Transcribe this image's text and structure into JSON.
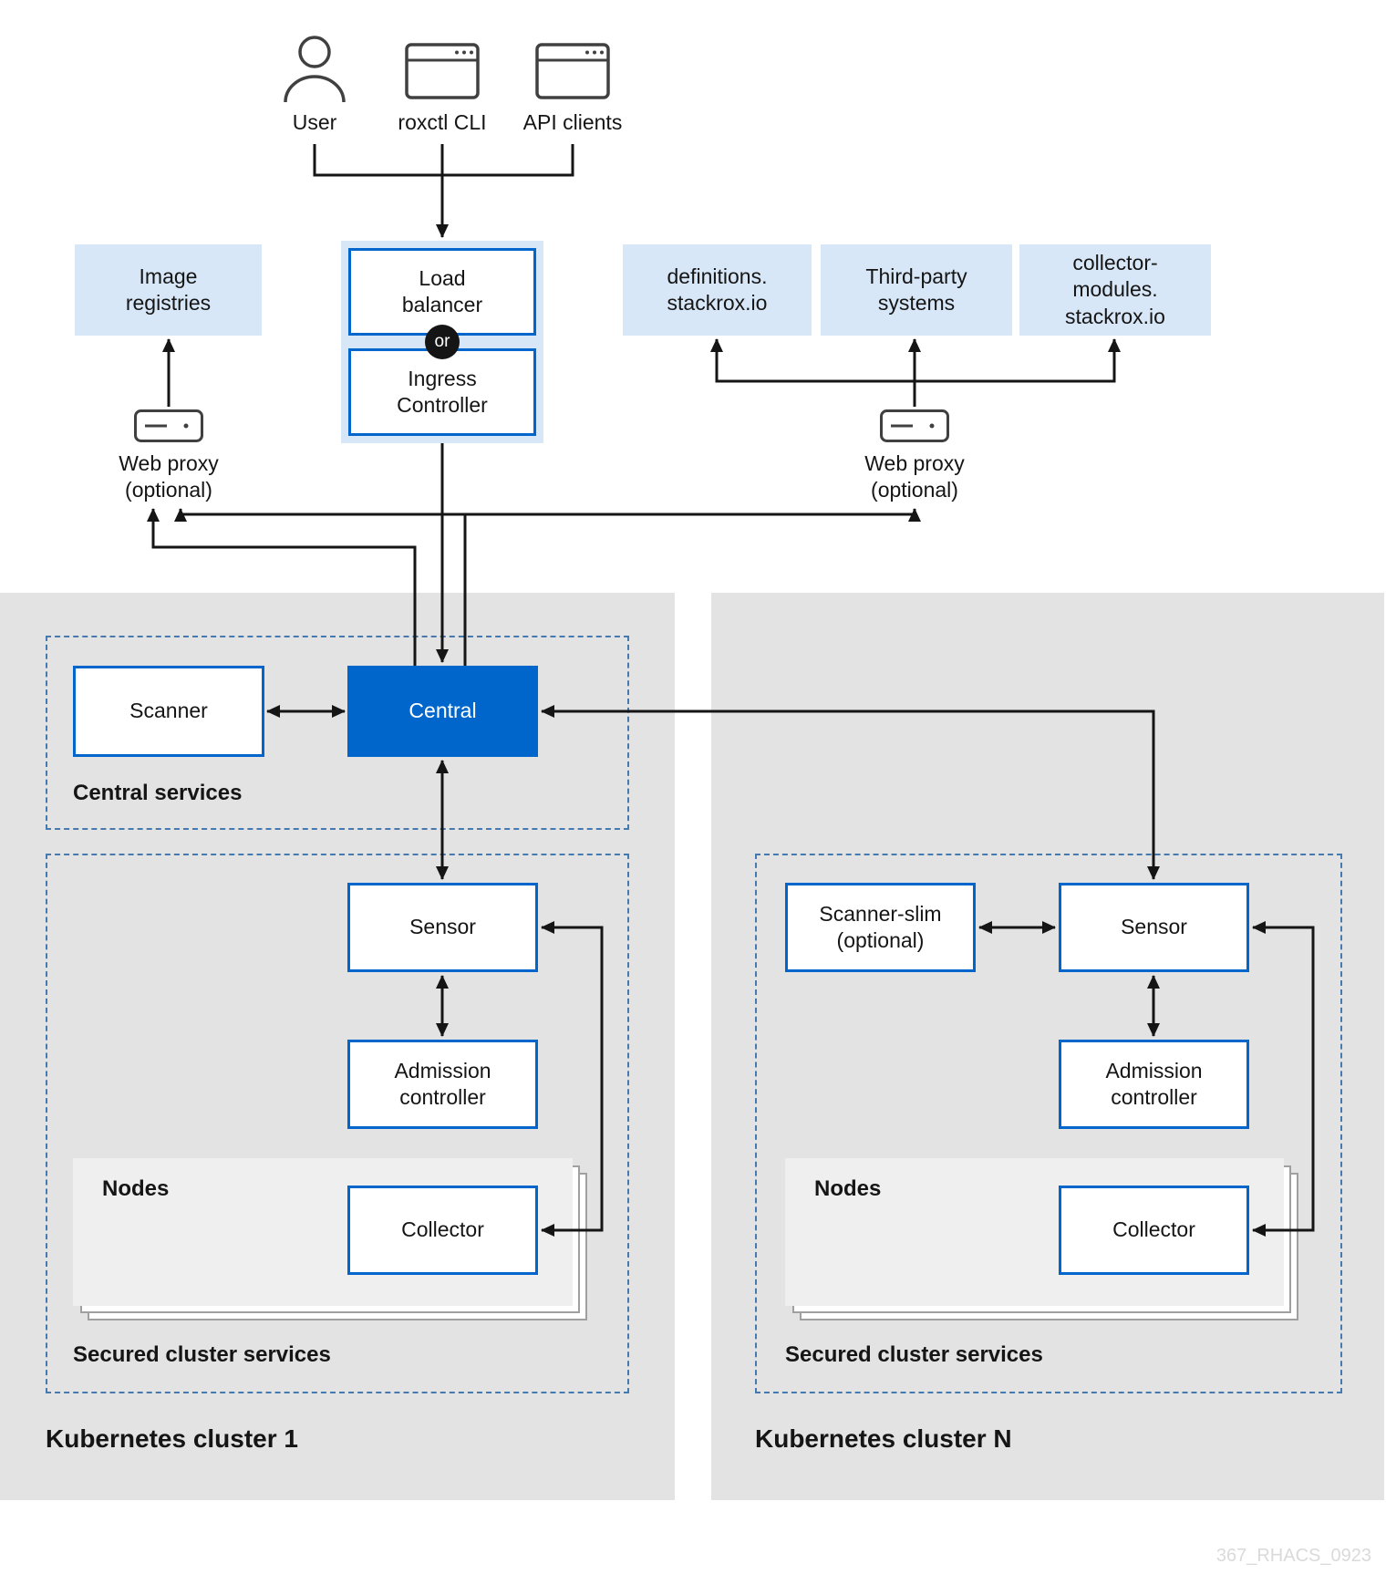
{
  "colors": {
    "accent": "#0066cc",
    "light_blue": "#d8e7f7",
    "cluster_bg": "#e3e3e3",
    "line": "#151515"
  },
  "actors": {
    "user": "User",
    "roxctl_cli": "roxctl CLI",
    "api_clients": "API clients"
  },
  "entry": {
    "load_balancer": "Load\nbalancer",
    "or_label": "or",
    "ingress_controller": "Ingress\nController"
  },
  "external": {
    "image_registries": "Image\nregistries",
    "definitions": "definitions.\nstackrox.io",
    "third_party": "Third-party\nsystems",
    "collector_modules": "collector-\nmodules.\nstackrox.io"
  },
  "web_proxy_left": {
    "label": "Web proxy\n(optional)"
  },
  "web_proxy_right": {
    "label": "Web proxy\n(optional)"
  },
  "central_services": {
    "label": "Central services",
    "scanner": "Scanner",
    "central": "Central"
  },
  "cluster1": {
    "title": "Kubernetes cluster 1",
    "section": "Secured cluster services",
    "sensor": "Sensor",
    "admission_controller": "Admission\ncontroller",
    "nodes": "Nodes",
    "collector": "Collector"
  },
  "clusterN": {
    "title": "Kubernetes cluster N",
    "section": "Secured cluster services",
    "scanner_slim": "Scanner-slim\n(optional)",
    "sensor": "Sensor",
    "admission_controller": "Admission\ncontroller",
    "nodes": "Nodes",
    "collector": "Collector"
  },
  "watermark": "367_RHACS_0923"
}
